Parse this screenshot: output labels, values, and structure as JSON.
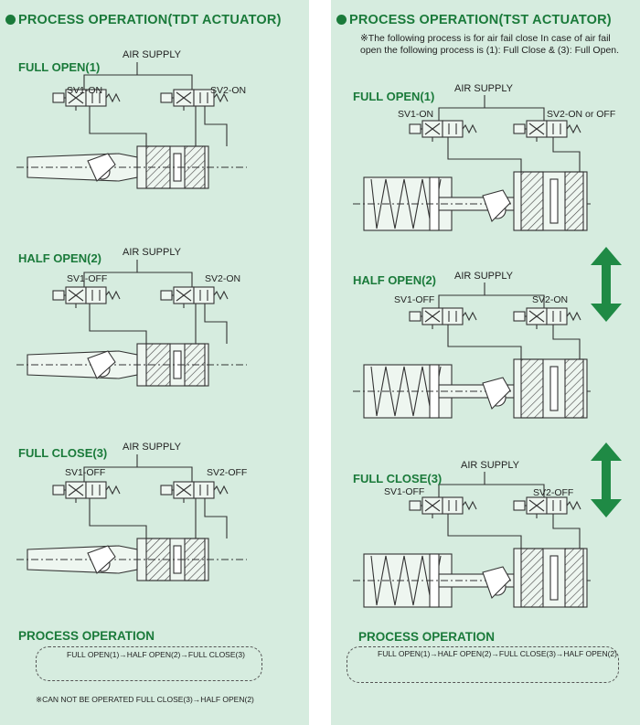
{
  "left": {
    "title": "PROCESS OPERATION(TDT ACTUATOR)",
    "stages": [
      {
        "label": "FULL OPEN(1)",
        "air": "AIR SUPPLY",
        "sv1": "SV1-ON",
        "sv2": "SV2-ON"
      },
      {
        "label": "HALF OPEN(2)",
        "air": "AIR SUPPLY",
        "sv1": "SV1-OFF",
        "sv2": "SV2-ON"
      },
      {
        "label": "FULL CLOSE(3)",
        "air": "AIR SUPPLY",
        "sv1": "SV1-OFF",
        "sv2": "SV2-OFF"
      }
    ],
    "sequence_title": "PROCESS OPERATION",
    "sequence": "FULL OPEN(1)→HALF OPEN(2)→FULL CLOSE(3)",
    "footnote": "※CAN NOT BE OPERATED FULL CLOSE(3)→HALF OPEN(2)"
  },
  "right": {
    "title": "PROCESS OPERATION(TST ACTUATOR)",
    "note": "※The following process is for air fail close In case of air fail open the following process is (1): Full Close & (3): Full Open.",
    "stages": [
      {
        "label": "FULL OPEN(1)",
        "air": "AIR SUPPLY",
        "sv1": "SV1-ON",
        "sv2": "SV2-ON or OFF"
      },
      {
        "label": "HALF OPEN(2)",
        "air": "AIR SUPPLY",
        "sv1": "SV1-OFF",
        "sv2": "SV2-ON"
      },
      {
        "label": "FULL CLOSE(3)",
        "air": "AIR SUPPLY",
        "sv1": "SV1-OFF",
        "sv2": "SV2-OFF"
      }
    ],
    "sequence_title": "PROCESS OPERATION",
    "sequence": "FULL OPEN(1)→HALF OPEN(2)→FULL CLOSE(3)→HALF OPEN(2)"
  },
  "colors": {
    "panel": "#d6ecdf",
    "accent": "#1a7a3a",
    "arrow": "#1f8a45",
    "line": "#333333"
  }
}
